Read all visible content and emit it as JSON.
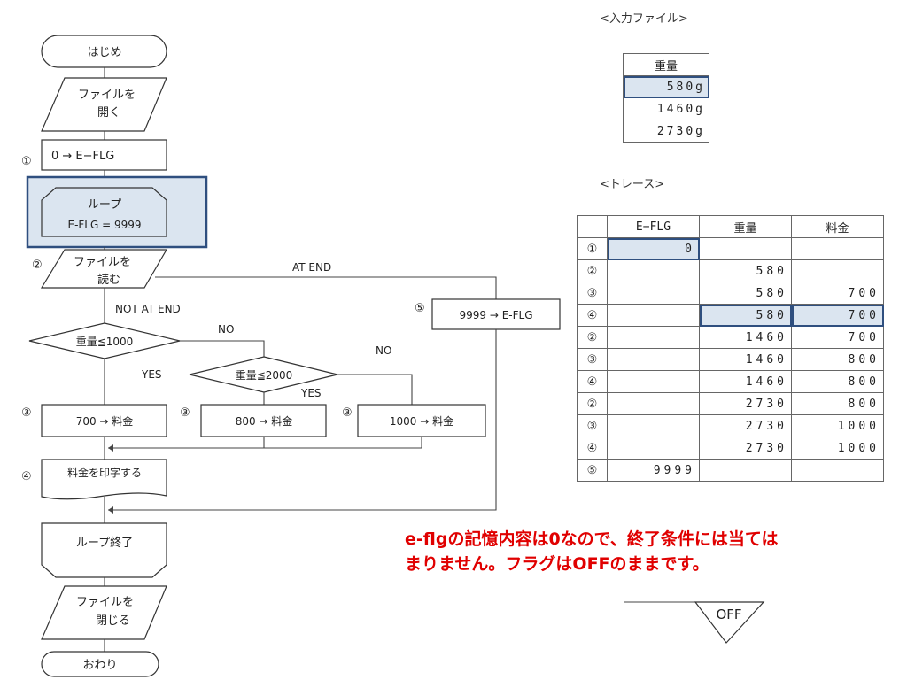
{
  "flowchart": {
    "start": "はじめ",
    "open_file_1": "ファイルを",
    "open_file_2": "開く",
    "step1_marker": "①",
    "step1_text": "0 → E−FLG",
    "loop_label": "ループ",
    "loop_cond": "E-FLG = 9999",
    "step2_marker": "②",
    "read_1": "ファイルを",
    "read_2": "読む",
    "at_end": "AT END",
    "not_at_end": "NOT AT END",
    "cond1": "重量≦1000",
    "cond1_no": "NO",
    "cond1_yes": "YES",
    "cond2": "重量≦2000",
    "cond2_no": "NO",
    "cond2_yes": "YES",
    "step3_marker": "③",
    "charge_700": "700 → 料金",
    "charge_800": "800 → 料金",
    "charge_1000": "1000 → 料金",
    "step4_marker": "④",
    "print": "料金を印字する",
    "step5_marker": "⑤",
    "set_flag": "9999 → E-FLG",
    "loop_end": "ループ終了",
    "close_1": "ファイルを",
    "close_2": "閉じる",
    "end": "おわり"
  },
  "input_file": {
    "title": "<入力ファイル>",
    "header": "重量",
    "rows": [
      "580g",
      "1460g",
      "2730g"
    ],
    "highlight_row": 0
  },
  "trace": {
    "title": "<トレース>",
    "headers": [
      "",
      "E−FLG",
      "重量",
      "料金"
    ],
    "rows": [
      [
        "①",
        "0",
        "",
        ""
      ],
      [
        "②",
        "",
        "580",
        ""
      ],
      [
        "③",
        "",
        "580",
        "700"
      ],
      [
        "④",
        "",
        "580",
        "700"
      ],
      [
        "②",
        "",
        "1460",
        "700"
      ],
      [
        "③",
        "",
        "1460",
        "800"
      ],
      [
        "④",
        "",
        "1460",
        "800"
      ],
      [
        "②",
        "",
        "2730",
        "800"
      ],
      [
        "③",
        "",
        "2730",
        "1000"
      ],
      [
        "④",
        "",
        "2730",
        "1000"
      ],
      [
        "⑤",
        "9999",
        "",
        ""
      ]
    ]
  },
  "note": {
    "line1": "e-flgの記憶内容は0なので、終了条件には当ては",
    "line2": "まりません。フラグはOFFのままです。"
  },
  "flag_indicator": "OFF",
  "colors": {
    "highlight_fill": "#dbe5f0",
    "highlight_border": "#2f4f7f",
    "note_red": "#e00000"
  }
}
